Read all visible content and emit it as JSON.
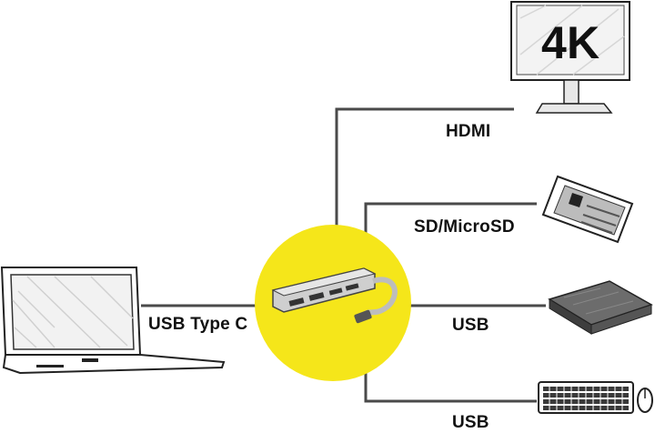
{
  "labels": {
    "usb_type_c": "USB Type C",
    "hdmi": "HDMI",
    "sd": "SD/MicroSD",
    "usb_1": "USB",
    "usb_2": "USB"
  },
  "monitor": {
    "badge_text": "4K"
  },
  "colors": {
    "hub_circle": "#f5e61a",
    "line": "#4a4a4a",
    "device_outline": "#222222"
  },
  "icons": [
    "laptop-icon",
    "usb-c-hub-icon",
    "monitor-icon",
    "sd-card-icon",
    "external-drive-icon",
    "keyboard-mouse-icon"
  ]
}
